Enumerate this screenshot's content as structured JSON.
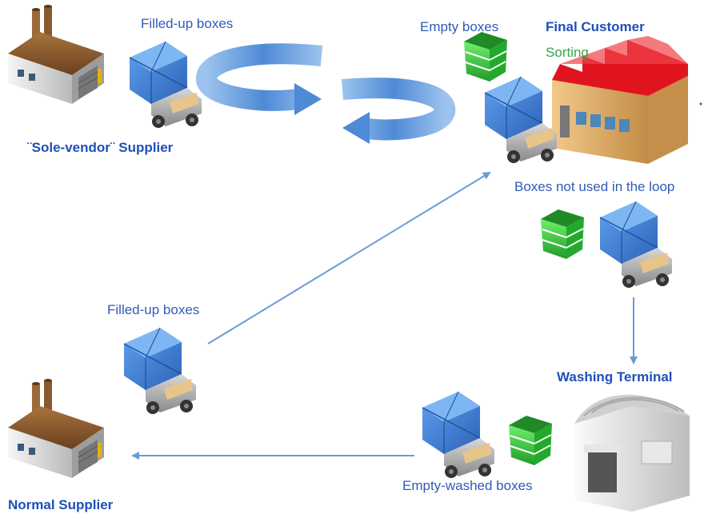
{
  "labels": {
    "filled_up_boxes_top": "Filled-up boxes",
    "sole_vendor_supplier": "¨Sole-vendor¨ Supplier",
    "empty_boxes": "Empty boxes",
    "final_customer": "Final Customer",
    "sorting": "Sorting",
    "boxes_not_used": "Boxes not used in the loop",
    "filled_up_boxes_bottom": "Filled-up boxes",
    "washing_terminal": "Washing Terminal",
    "empty_washed_boxes": "Empty-washed boxes",
    "normal_supplier": "Normal Supplier"
  },
  "colors": {
    "label_blue": "#2f5bb5",
    "title_blue": "#1f4fb8",
    "sorting_green": "#3aa34a",
    "truck_cargo_blue": "#3b7dd8",
    "box_green": "#2fc23a",
    "arrow_blue": "#6a9bd8",
    "roof_red": "#e0141e",
    "factory_roof_brown": "#8a5a2e"
  }
}
